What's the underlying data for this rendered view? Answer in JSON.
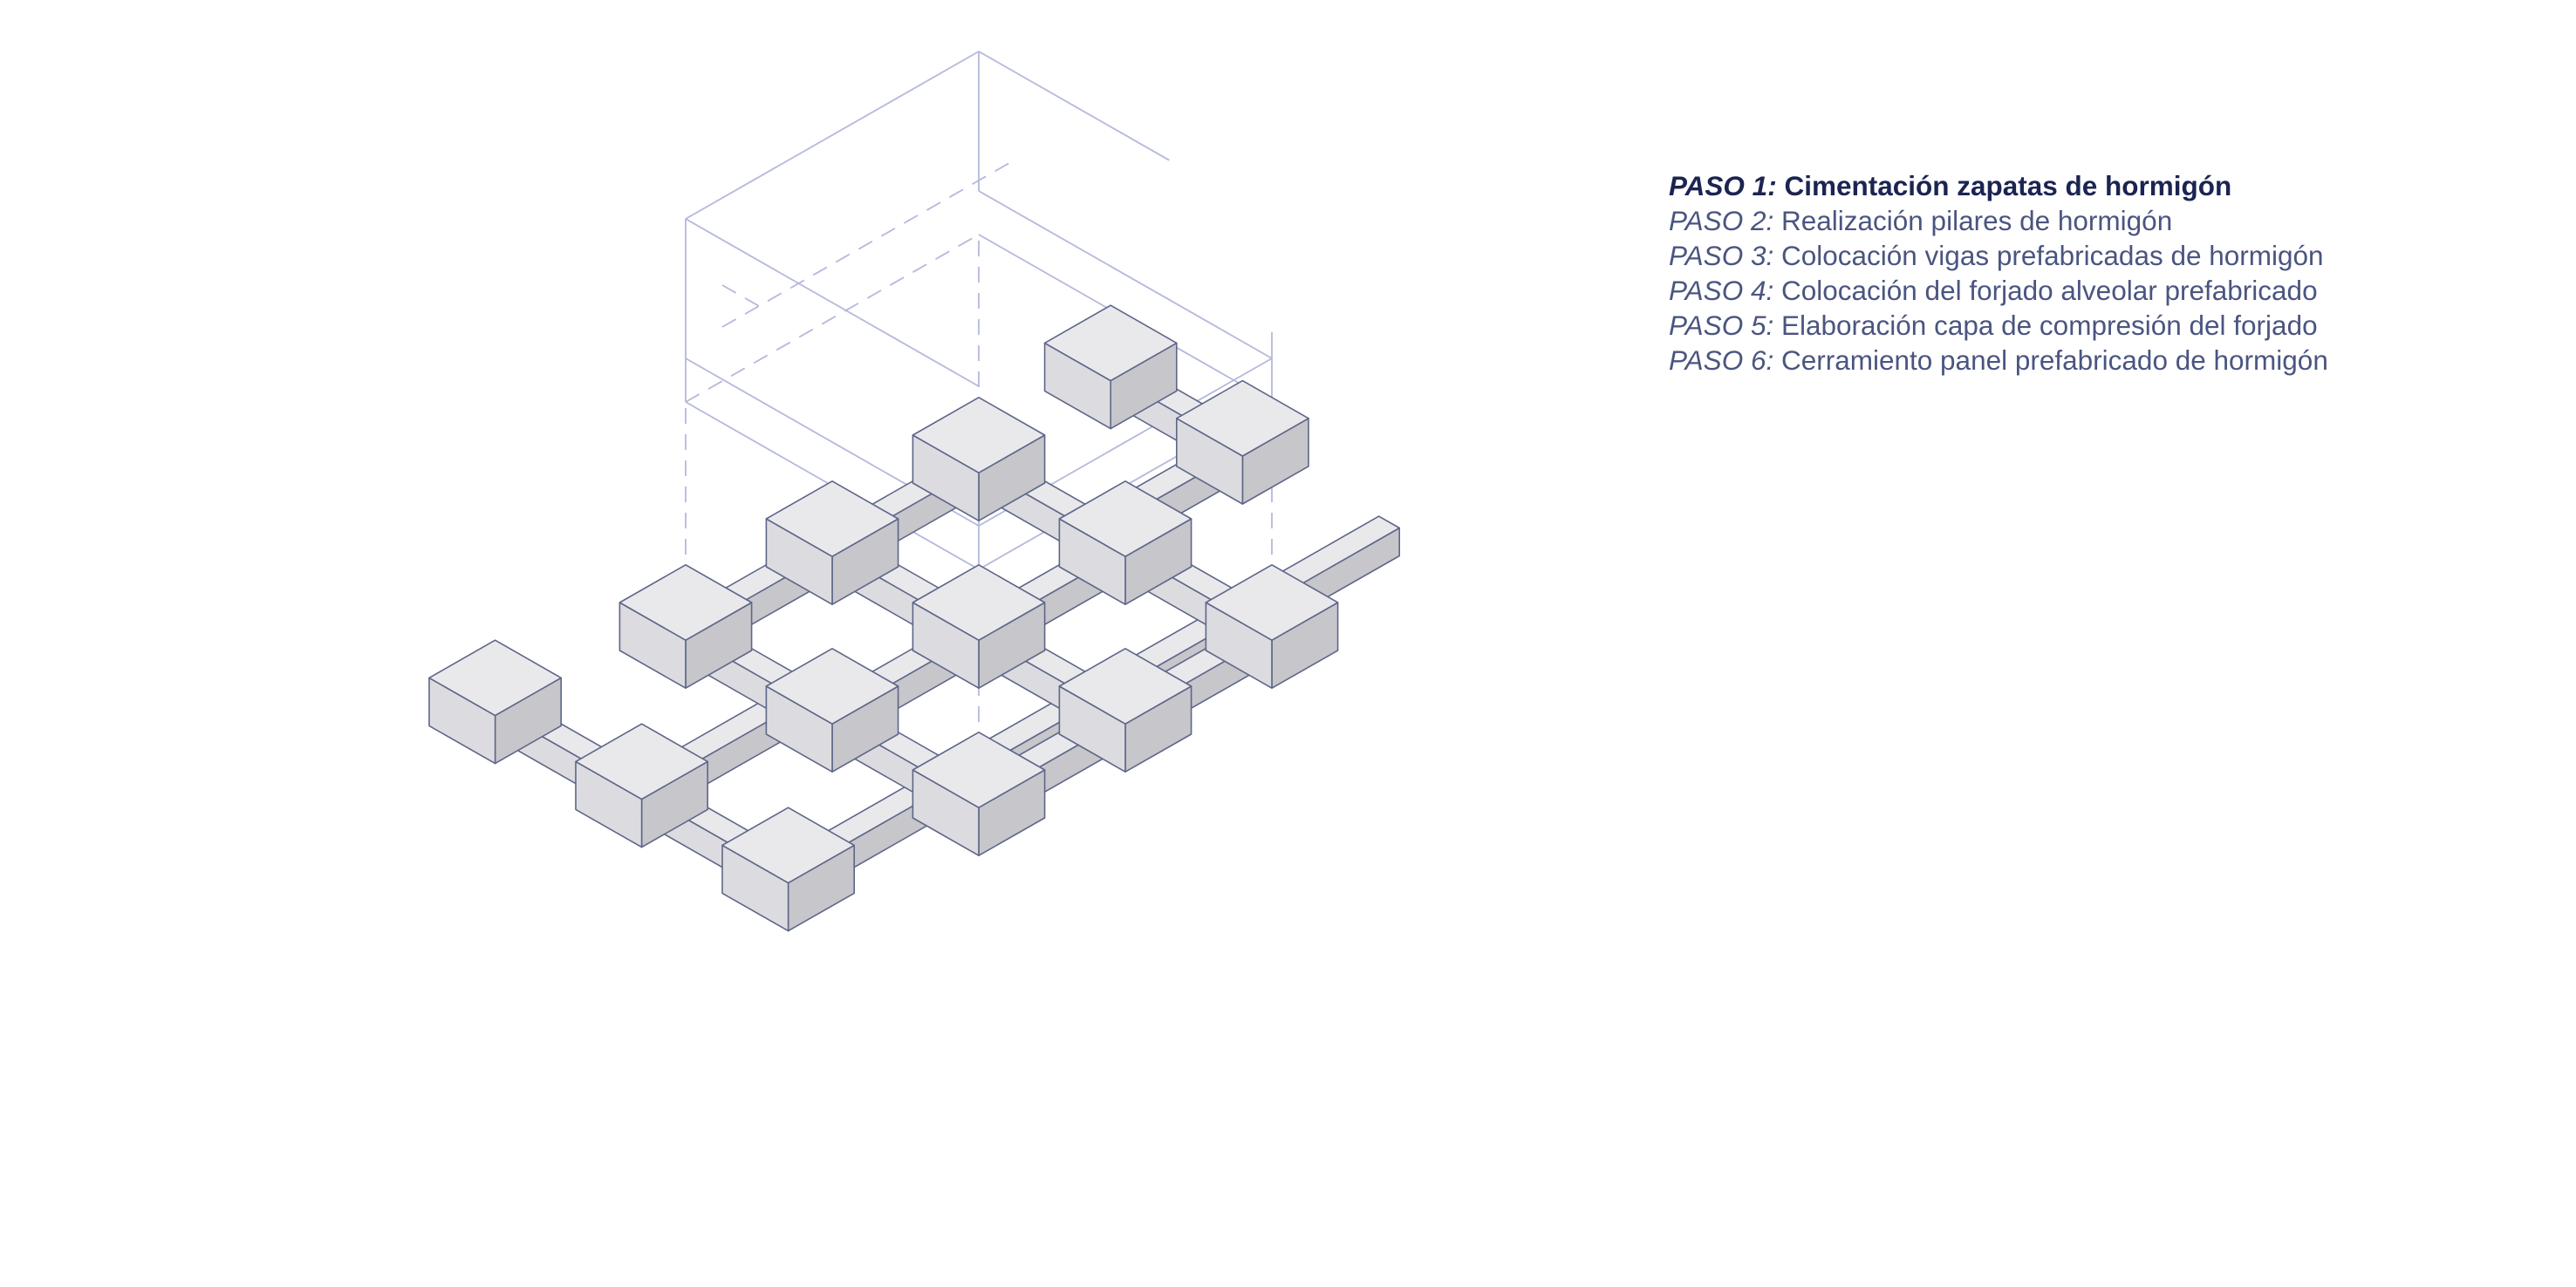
{
  "legend": {
    "steps": [
      {
        "label": "PASO 1:",
        "text": "Cimentación zapatas de hormigón",
        "active": true
      },
      {
        "label": "PASO 2:",
        "text": "Realización pilares de hormigón",
        "active": false
      },
      {
        "label": "PASO 3:",
        "text": "Colocación vigas prefabricadas de hormigón",
        "active": false
      },
      {
        "label": "PASO 4:",
        "text": "Colocación del forjado alveolar prefabricado",
        "active": false
      },
      {
        "label": "PASO 5:",
        "text": "Elaboración capa de compresión del forjado",
        "active": false
      },
      {
        "label": "PASO 6:",
        "text": "Cerramiento panel prefabricado de hormigón",
        "active": false
      }
    ]
  },
  "colors": {
    "background": "#ffffff",
    "outline": "#5e6688",
    "ghost_lines": "#b4b8dc",
    "face_top": "#e9e9ec",
    "face_left": "#dcdce0",
    "face_right": "#c6c6cb",
    "active_text": "#1b2452",
    "inactive_text": "#4a5580"
  },
  "footings_count": 14
}
